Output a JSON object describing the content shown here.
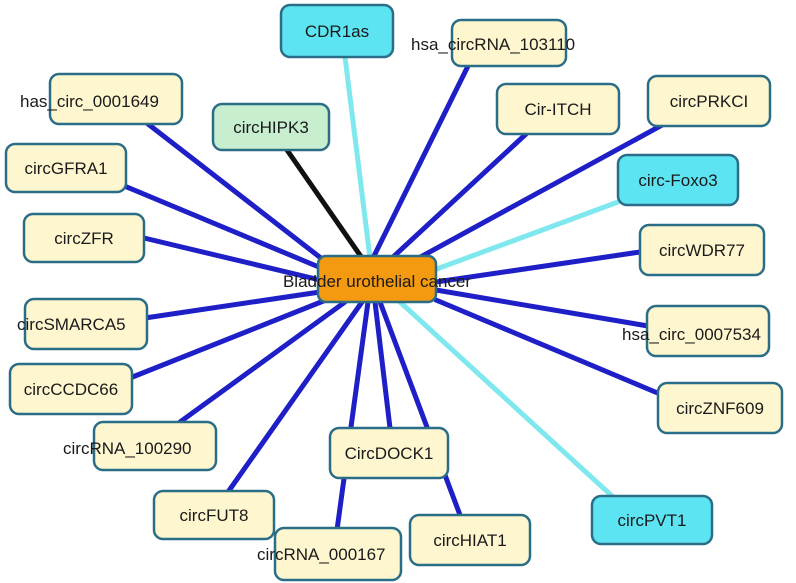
{
  "diagram": {
    "center": {
      "id": "center",
      "label": "Bladder urothelial cancer"
    },
    "colors": {
      "edge_blue": "#1f1fc8",
      "edge_cyan": "#7fe8ee",
      "edge_black": "#111111",
      "node_fill_default": "#fdf6cf",
      "node_fill_cyan": "#5de4f2",
      "node_fill_green": "#c7efcf",
      "node_border": "#2a6d86",
      "center_fill": "#f39a11",
      "center_border": "#2a6d86"
    },
    "nodes": [
      {
        "id": "cdr1as",
        "label": "CDR1as",
        "style": "cyan",
        "edge": "cyan"
      },
      {
        "id": "hsa_circrna_103110",
        "label": "hsa_circRNA_103110",
        "style": "default",
        "edge": "blue"
      },
      {
        "id": "circhipk3",
        "label": "circHIPK3",
        "style": "green",
        "edge": "black"
      },
      {
        "id": "cir_itch",
        "label": "Cir-ITCH",
        "style": "default",
        "edge": "blue"
      },
      {
        "id": "circprkci",
        "label": "circPRKCI",
        "style": "default",
        "edge": "blue"
      },
      {
        "id": "has_circ_0001649",
        "label": "has_circ_0001649",
        "style": "default",
        "edge": "blue"
      },
      {
        "id": "circgfra1",
        "label": "circGFRA1",
        "style": "default",
        "edge": "blue"
      },
      {
        "id": "circ_foxo3",
        "label": "circ-Foxo3",
        "style": "cyan",
        "edge": "cyan"
      },
      {
        "id": "circzfr",
        "label": "circZFR",
        "style": "default",
        "edge": "blue"
      },
      {
        "id": "circwdr77",
        "label": "circWDR77",
        "style": "default",
        "edge": "blue"
      },
      {
        "id": "circsmarca5",
        "label": "circSMARCA5",
        "style": "default",
        "edge": "blue"
      },
      {
        "id": "hsa_circ_0007534",
        "label": "hsa_circ_0007534",
        "style": "default",
        "edge": "blue"
      },
      {
        "id": "circccdc66",
        "label": "circCCDC66",
        "style": "default",
        "edge": "blue"
      },
      {
        "id": "circznf609",
        "label": "circZNF609",
        "style": "default",
        "edge": "blue"
      },
      {
        "id": "circrna_100290",
        "label": "circRNA_100290",
        "style": "default",
        "edge": "blue"
      },
      {
        "id": "circdock1",
        "label": "CircDOCK1",
        "style": "default",
        "edge": "blue"
      },
      {
        "id": "circfut8",
        "label": "circFUT8",
        "style": "default",
        "edge": "blue"
      },
      {
        "id": "circpvt1",
        "label": "circPVT1",
        "style": "cyan",
        "edge": "cyan"
      },
      {
        "id": "circrna_000167",
        "label": "circRNA_000167",
        "style": "default",
        "edge": "blue"
      },
      {
        "id": "circhiat1",
        "label": "circHIAT1",
        "style": "default",
        "edge": "blue"
      }
    ]
  }
}
